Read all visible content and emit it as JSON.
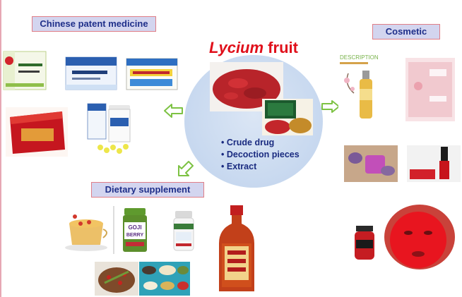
{
  "center": {
    "title_italic": "Lycium",
    "title_rest": " fruit",
    "forms": [
      "Crude drug",
      "Decoction pieces",
      "Extract"
    ]
  },
  "categories": {
    "chinese_patent_medicine": "Chinese patent medicine",
    "cosmetic": "Cosmetic",
    "dietary_supplement": "Dietary supplement"
  },
  "product_text": {
    "description": "DESCRIPTION",
    "goji_line1": "GOJI",
    "goji_line2": "BERRY"
  },
  "colors": {
    "title_red": "#e0101b",
    "label_fill": "#d3d5ef",
    "label_border": "#e07e87",
    "label_text": "#1f2f8a",
    "arrow_green": "#7dc243"
  }
}
